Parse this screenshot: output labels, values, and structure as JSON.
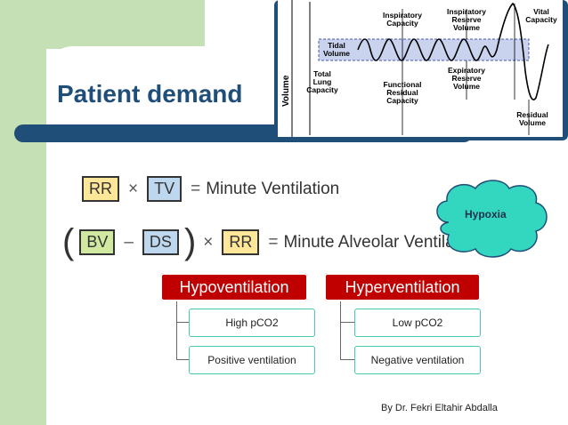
{
  "slide": {
    "title": "Patient demand",
    "footer": "By Dr. Fekri Eltahir Abdalla"
  },
  "spirogram": {
    "axis_label": "Volume",
    "labels": {
      "tlc": "Total\nLung\nCapacity",
      "tidal": "Tidal\nVolume",
      "ic": "Inspiratory\nCapacity",
      "irv": "Inspiratory\nReserve\nVolume",
      "vc": "Vital\nCapacity",
      "frc": "Functional\nResidual\nCapacity",
      "erv": "Expiratory\nReserve\nVolume",
      "rv": "Residual\nVolume"
    }
  },
  "equations": {
    "eq1": {
      "a": "RR",
      "op1": "×",
      "b": "TV",
      "eq": "=",
      "result": "Minute Ventilation"
    },
    "eq2": {
      "a": "BV",
      "op1": "–",
      "b": "DS",
      "op2": "×",
      "c": "RR",
      "eq": "=",
      "result": "Minute Alveolar Ventilation"
    }
  },
  "cloud": {
    "label": "Hypoxia"
  },
  "tree": {
    "left": {
      "label": "Hypoventilation",
      "children": [
        "High pCO2",
        "Positive  ventilation"
      ]
    },
    "right": {
      "label": "Hyperventilation",
      "children": [
        "Low pCO2",
        "Negative  ventilation"
      ]
    }
  },
  "colors": {
    "accent_green": "#c5e0b4",
    "title_blue": "#1f4e79",
    "tree_red": "#c00000",
    "tree_border": "#48c9b0",
    "cloud_fill": "#33d6bf"
  }
}
